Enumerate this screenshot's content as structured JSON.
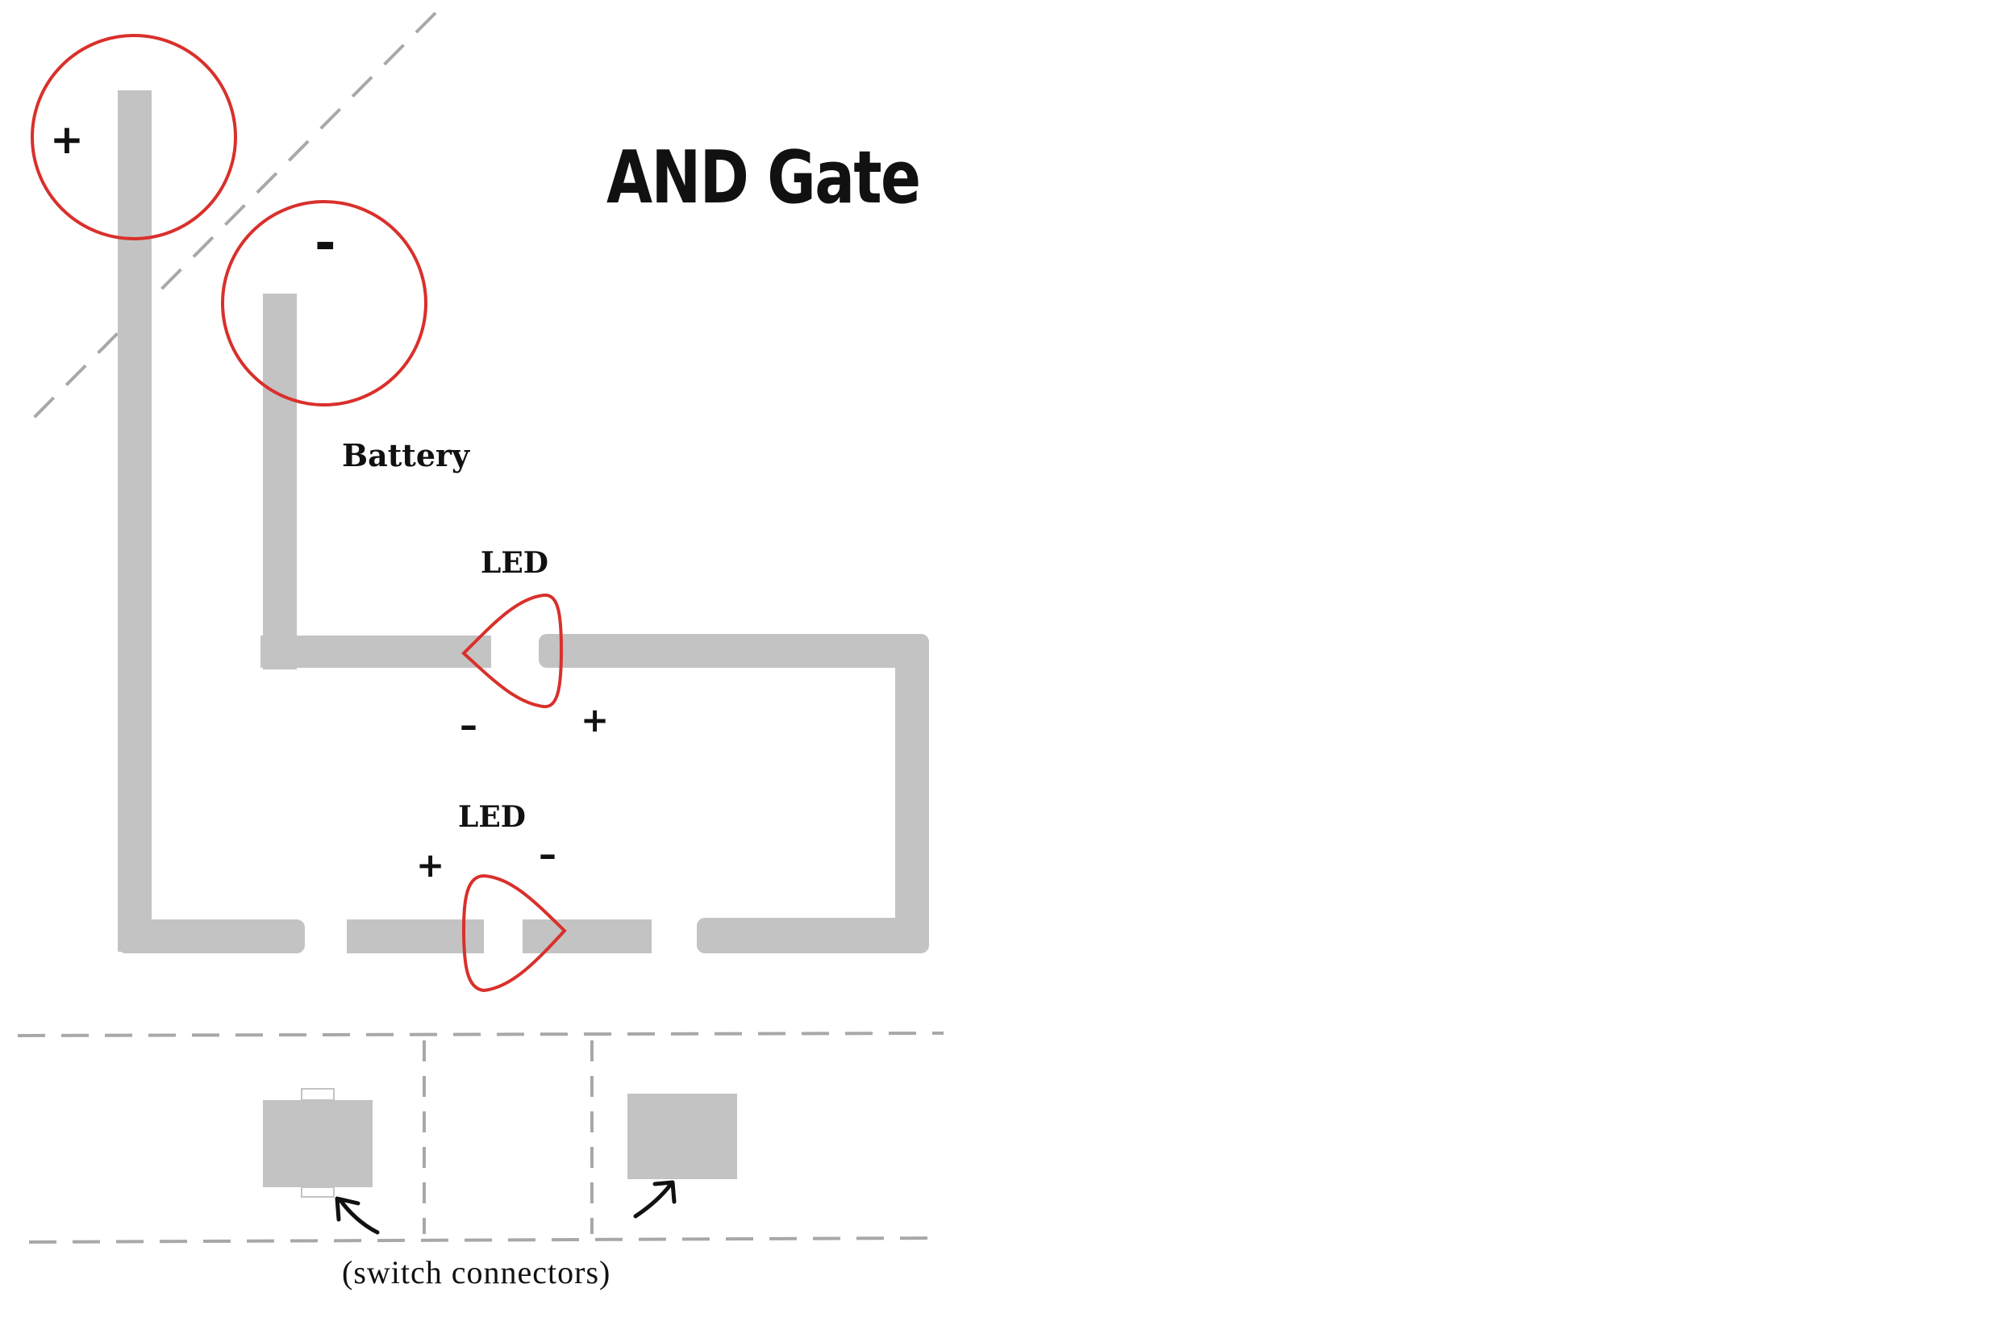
{
  "title": "AND Gate",
  "labels": {
    "battery": "Battery",
    "led_top": "LED",
    "led_bottom": "LED",
    "switch_connectors": "(switch connectors)"
  },
  "polarity": {
    "battery_positive": "+",
    "battery_negative": "-",
    "led_top_negative": "–",
    "led_top_positive": "+",
    "led_bottom_positive": "+",
    "led_bottom_negative": "–"
  },
  "colors": {
    "trace": "#c3c3c3",
    "outline_red": "#d9302b",
    "dashed_line": "#a8a8a8",
    "text": "#111111",
    "background": "#ffffff"
  },
  "icons": [
    "battery-positive-circle",
    "battery-negative-circle",
    "led-symbol",
    "curved-arrow-icon"
  ]
}
